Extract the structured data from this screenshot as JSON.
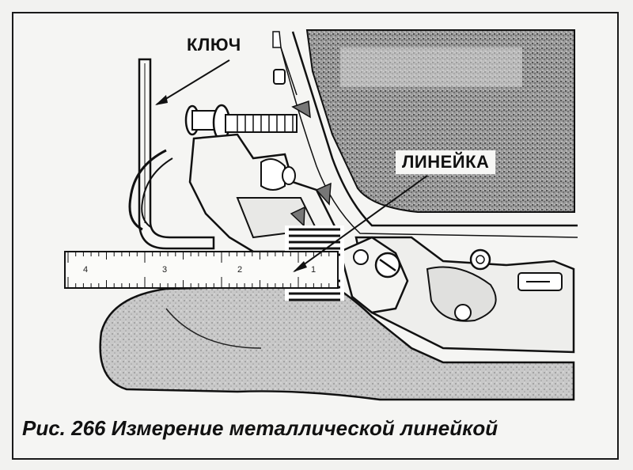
{
  "figure": {
    "labels": {
      "key": "КЛЮЧ",
      "ruler": "ЛИНЕЙКА"
    },
    "ruler_scale": [
      "4",
      "3",
      "2",
      "1"
    ],
    "caption": "Рис. 266 Измерение металлической линейкой"
  }
}
